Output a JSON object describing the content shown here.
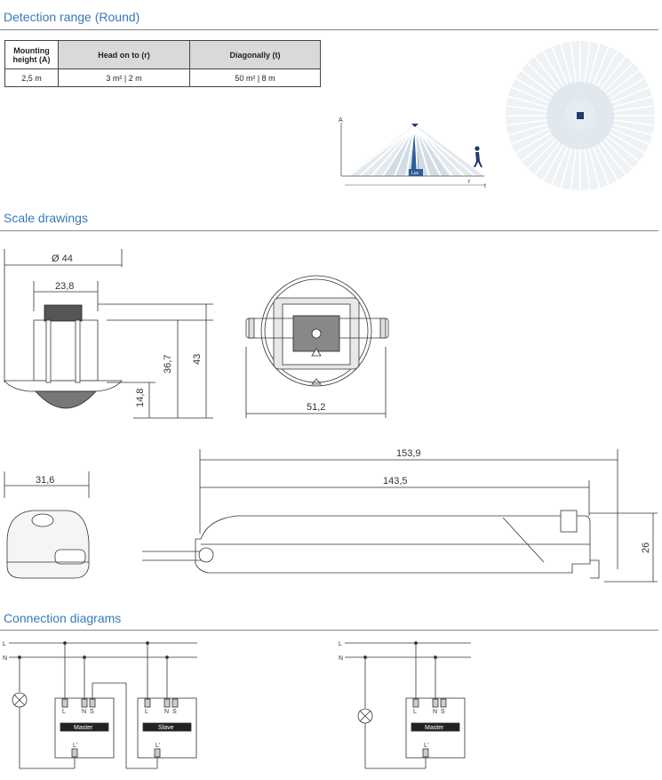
{
  "sections": {
    "detection": "Detection range (Round)",
    "scale": "Scale drawings",
    "connection": "Connection diagrams"
  },
  "table": {
    "headers": [
      "Mounting height (A)",
      "Head on to (r)",
      "Diagonally (t)"
    ],
    "row": [
      "2,5 m",
      "3 m² | 2 m",
      "50 m² | 8 m"
    ]
  },
  "side_view": {
    "axis_a": "A",
    "axis_r": "r",
    "axis_t": "t",
    "lux": "Lux"
  },
  "dimensions": {
    "d44": "Ø 44",
    "d23_8": "23,8",
    "d36_7": "36,7",
    "d43": "43",
    "d14_8": "14,8",
    "d51_2": "51,2",
    "d31_6": "31,6",
    "d153_9": "153,9",
    "d143_5": "143,5",
    "d26": "26"
  },
  "wiring": {
    "L": "L",
    "N": "N",
    "S": "S",
    "Lp": "L'",
    "master": "Master",
    "slave": "Slave"
  },
  "colors": {
    "accent": "#3a78b8",
    "navy": "#1f3a6e"
  }
}
